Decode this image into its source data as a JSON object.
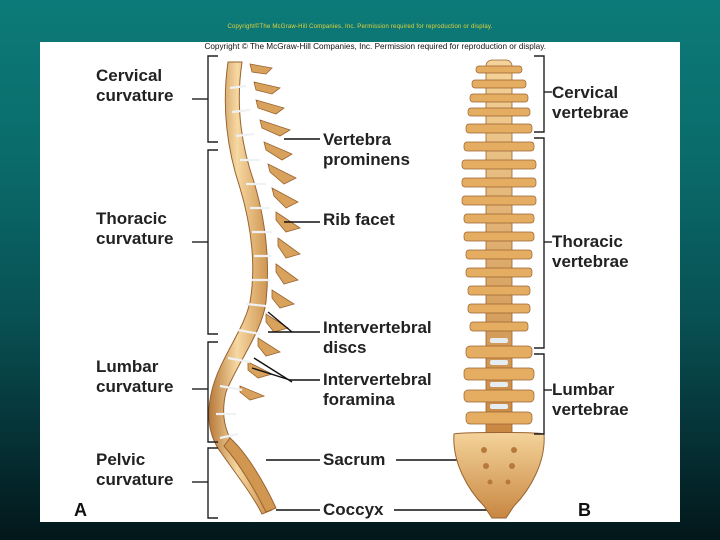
{
  "slide": {
    "copyright": "Copyright©The McGraw-Hill Companies, Inc. Permission required for reproduction or display."
  },
  "figure": {
    "copyright": "Copyright © The McGraw-Hill Companies, Inc. Permission required for reproduction or display.",
    "panel_a": {
      "letter": "A",
      "curvatures": [
        {
          "line1": "Cervical",
          "line2": "curvature"
        },
        {
          "line1": "Thoracic",
          "line2": "curvature"
        },
        {
          "line1": "Lumbar",
          "line2": "curvature"
        },
        {
          "line1": "Pelvic",
          "line2": "curvature"
        }
      ]
    },
    "middle_labels": [
      {
        "line1": "Vertebra",
        "line2": "prominens"
      },
      {
        "line1": "Rib facet",
        "line2": ""
      },
      {
        "line1": "Intervertebral",
        "line2": "discs"
      },
      {
        "line1": "Intervertebral",
        "line2": "foramina"
      },
      {
        "line1": "Sacrum",
        "line2": ""
      },
      {
        "line1": "Coccyx",
        "line2": ""
      }
    ],
    "panel_b": {
      "letter": "B",
      "regions": [
        {
          "line1": "Cervical",
          "line2": "vertebrae"
        },
        {
          "line1": "Thoracic",
          "line2": "vertebrae"
        },
        {
          "line1": "Lumbar",
          "line2": "vertebrae"
        }
      ]
    },
    "colors": {
      "bone": "#e8b56a",
      "bone_shadow": "#b7793a",
      "bone_highlight": "#f6d8a2",
      "disc": "#dfe8ee",
      "background_top": "#0c7b78",
      "background_bottom": "#02171a"
    }
  }
}
